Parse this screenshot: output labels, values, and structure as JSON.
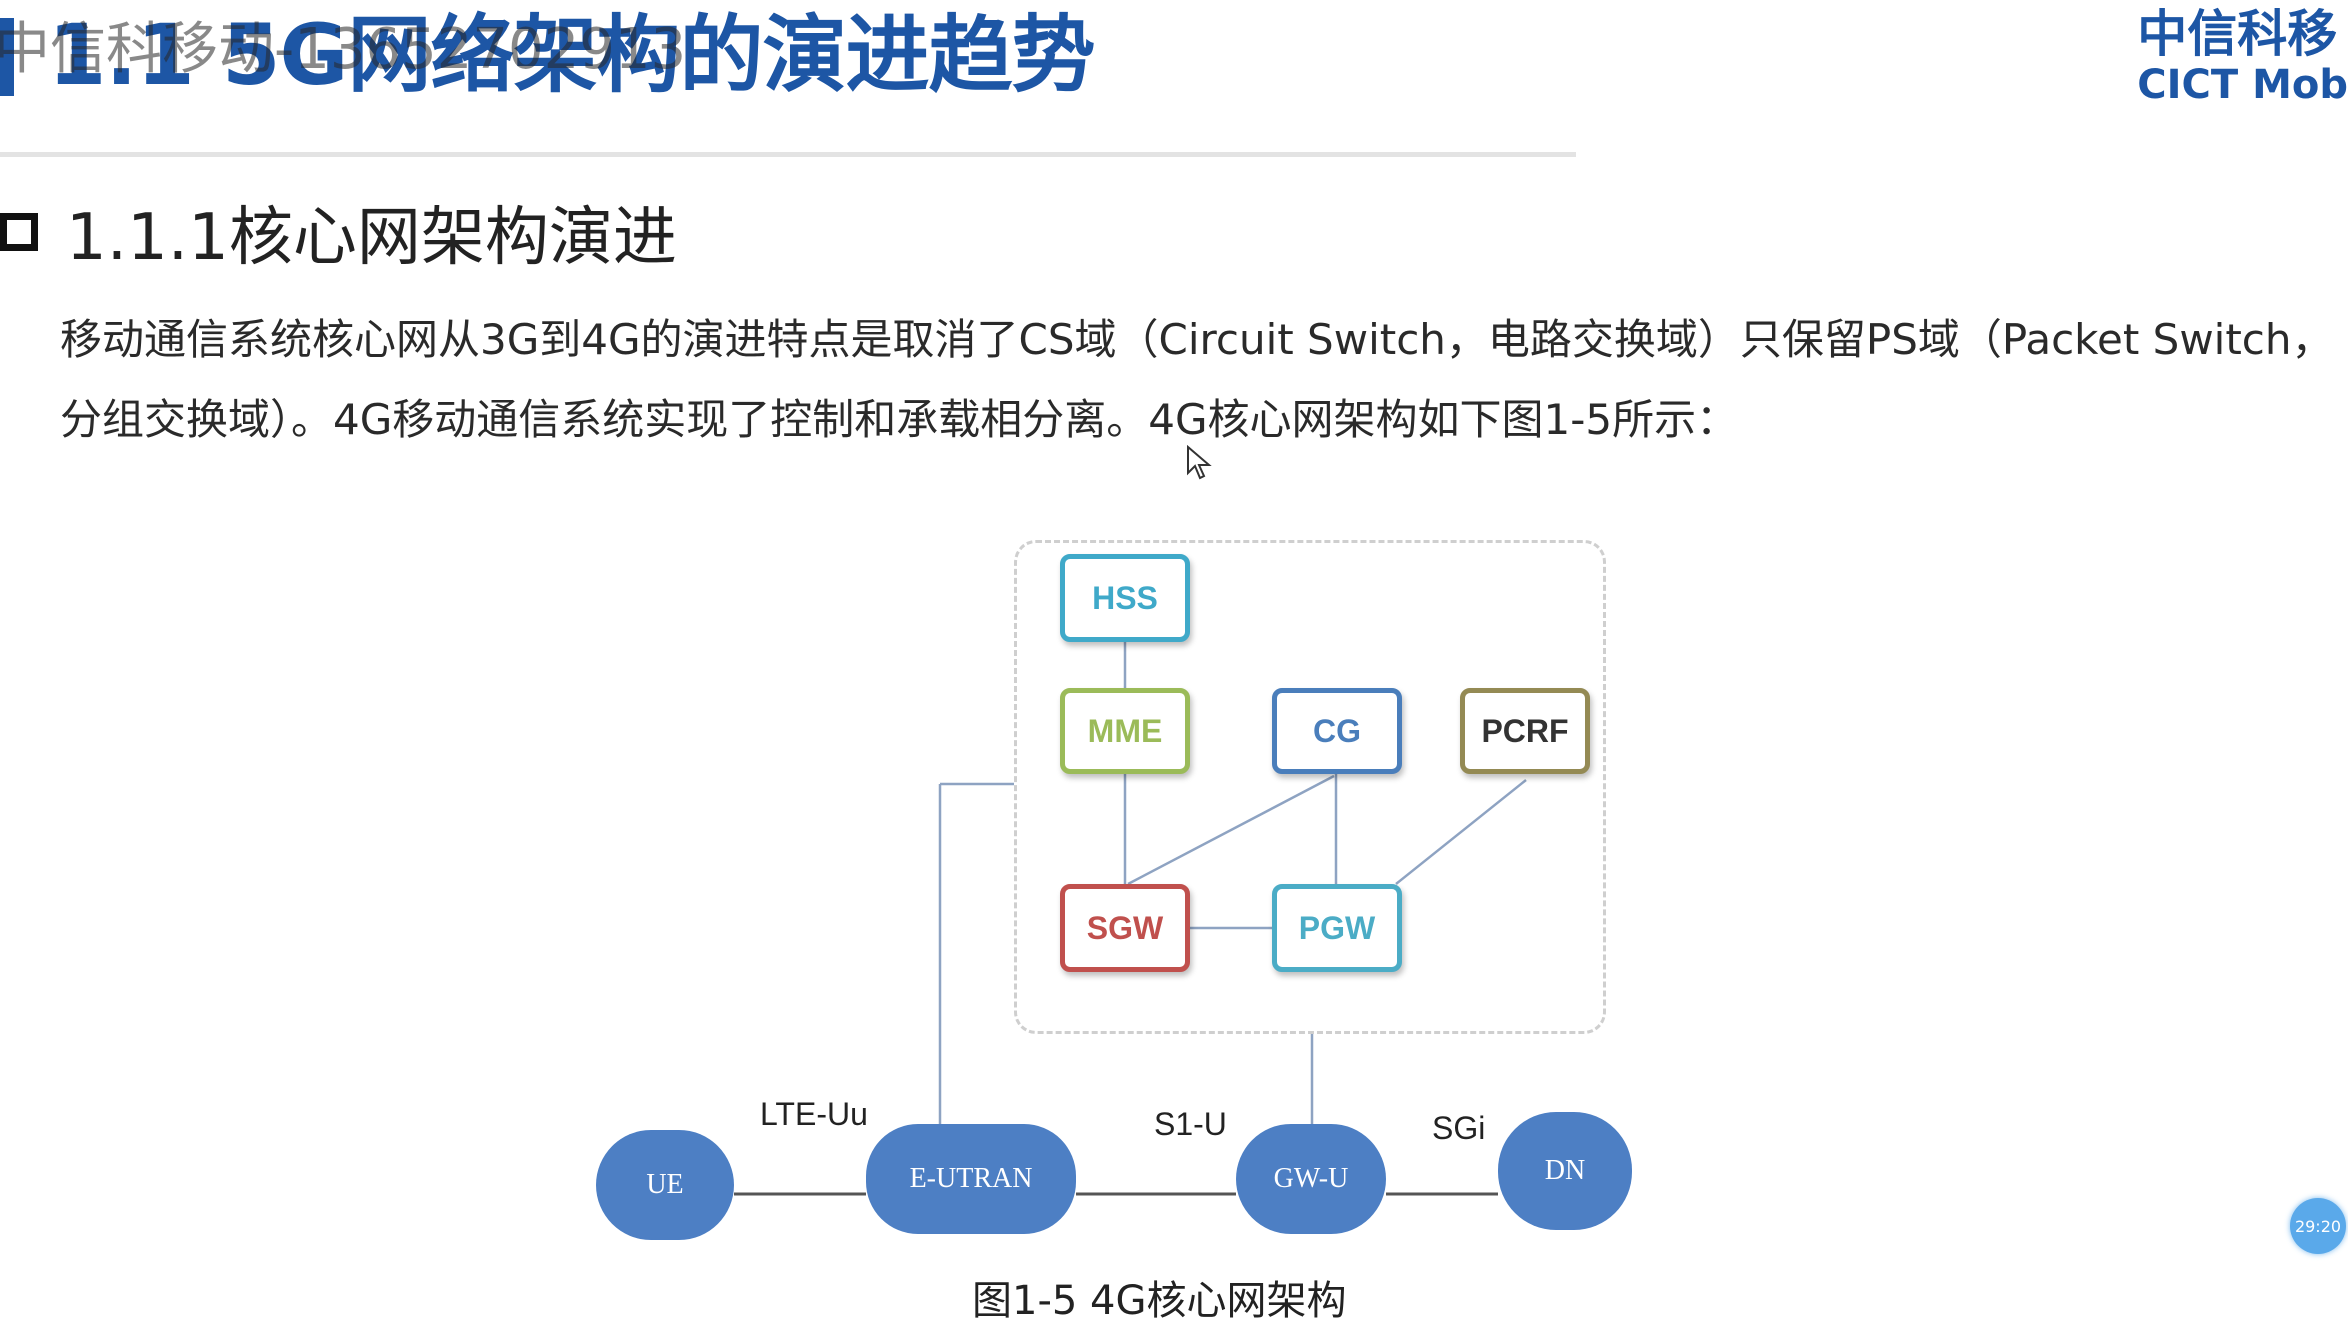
{
  "header": {
    "title": "1.1 5G网络架构的演进趋势",
    "watermark": "中信科移动-13652702913",
    "logo_cn": "中信科移",
    "logo_en": "CICT Mob"
  },
  "section": {
    "heading": "1.1.1核心网架构演进"
  },
  "body": {
    "paragraph": "移动通信系统核心网从3G到4G的演进特点是取消了CS域（Circuit Switch，电路交换域）只保留PS域（Packet Switch，分组交换域）。4G移动通信系统实现了控制和承载相分离。4G核心网架构如下图1-5所示："
  },
  "diagram": {
    "core_functions": {
      "hss": "HSS",
      "mme": "MME",
      "cg": "CG",
      "pcrf": "PCRF",
      "sgw": "SGW",
      "pgw": "PGW"
    },
    "access_nodes": {
      "ue": "UE",
      "eutran": "E-UTRAN",
      "gwu": "GW-U",
      "dn": "DN"
    },
    "interfaces": {
      "lte_uu": "LTE-Uu",
      "s1_u": "S1-U",
      "sgi": "SGi"
    },
    "caption": "图1-5 4G核心网架构",
    "colors": {
      "hss": "#3fa9c9",
      "mme": "#9bbb59",
      "cg": "#4a7ebb",
      "pcrf": "#948a54",
      "sgw": "#c0504d",
      "pgw": "#4bacc6",
      "node_fill": "#4d7fc4"
    }
  },
  "overlay": {
    "timer": "29:20"
  }
}
